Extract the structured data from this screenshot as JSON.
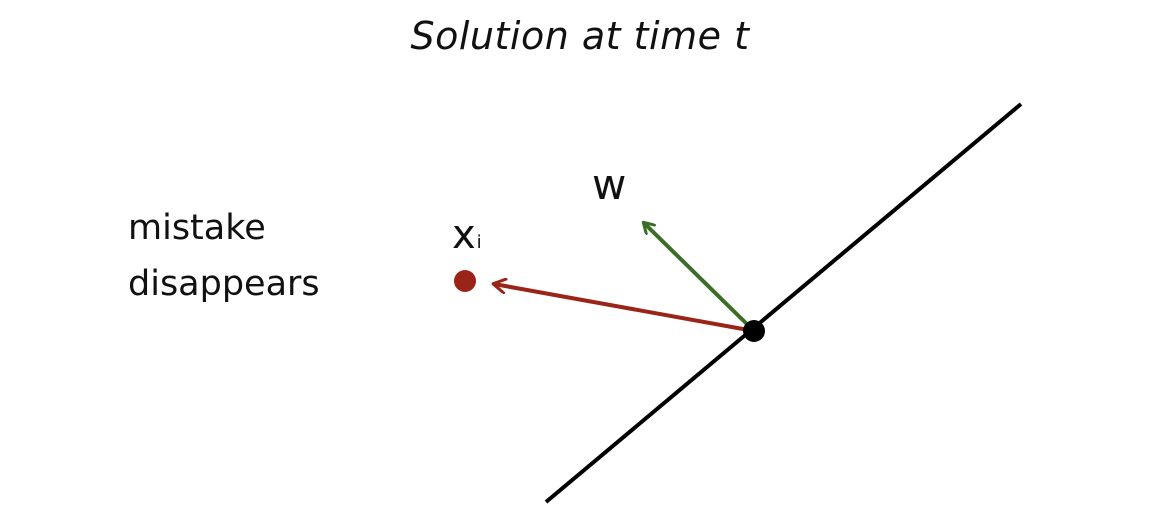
{
  "title": "Solution at time t",
  "caption": {
    "line1": "mistake",
    "line2": "disappears"
  },
  "labels": {
    "w": "w",
    "x": "x",
    "x_subscript": "i"
  },
  "colors": {
    "line": "#000000",
    "vector_w": "#3a6e24",
    "vector_x": "#9b2418",
    "point_x": "#9b2418",
    "origin": "#000000"
  }
}
